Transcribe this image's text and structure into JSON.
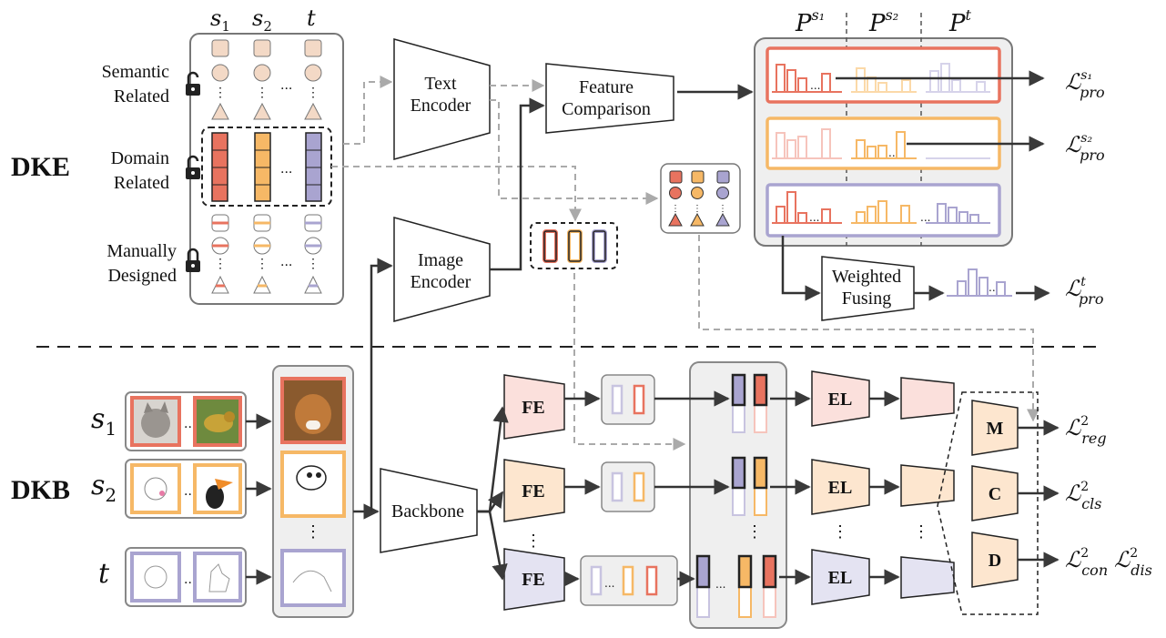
{
  "sections": {
    "top": "DKE",
    "bottom": "DKB"
  },
  "prompt_panel": {
    "columns": [
      "s",
      "s",
      "t"
    ],
    "column_subs": [
      "1",
      "2",
      ""
    ],
    "rows": [
      {
        "line1": "Semantic",
        "line2": "Related"
      },
      {
        "line1": "Domain",
        "line2": "Related"
      },
      {
        "line1": "Manually",
        "line2": "Designed"
      }
    ]
  },
  "encoders": {
    "text_line1": "Text",
    "text_line2": "Encoder",
    "image_line1": "Image",
    "image_line2": "Encoder",
    "compare_line1": "Feature",
    "compare_line2": "Comparison",
    "fusing_line1": "Weighted",
    "fusing_line2": "Fusing"
  },
  "prob_headers": [
    {
      "base": "P",
      "sup": "s₁"
    },
    {
      "base": "P",
      "sup": "s₂"
    },
    {
      "base": "P",
      "sup": "t"
    }
  ],
  "losses_top": [
    {
      "base": "ℒ",
      "sup": "s₁",
      "sub": "pro"
    },
    {
      "base": "ℒ",
      "sup": "s₂",
      "sub": "pro"
    },
    {
      "base": "ℒ",
      "sup": "t",
      "sub": "pro"
    }
  ],
  "domains_bottom": [
    {
      "base": "s",
      "sub": "1"
    },
    {
      "base": "s",
      "sub": "2"
    },
    {
      "base": "t",
      "sub": ""
    }
  ],
  "backbone": "Backbone",
  "fe_label": "FE",
  "el_label": "EL",
  "heads": [
    "M",
    "C",
    "D"
  ],
  "losses_bottom": [
    {
      "base": "ℒ",
      "sup": "2",
      "sub": "reg"
    },
    {
      "base": "ℒ",
      "sup": "2",
      "sub": "cls"
    },
    {
      "base": "ℒ",
      "sup": "2",
      "sub": "con"
    },
    {
      "base": "ℒ",
      "sup": "2",
      "sub": "dis"
    }
  ],
  "ellipsis": "...",
  "colors": {
    "red": "#e8735f",
    "orange": "#f6b866",
    "purple": "#a9a4d0",
    "red_fill": "#fbe0dc",
    "orange_fill": "#fde6cf",
    "purple_fill": "#e4e3f2",
    "peach": "#f3d9c6",
    "panel": "#efefef",
    "dashed": "#aaaaaa"
  }
}
